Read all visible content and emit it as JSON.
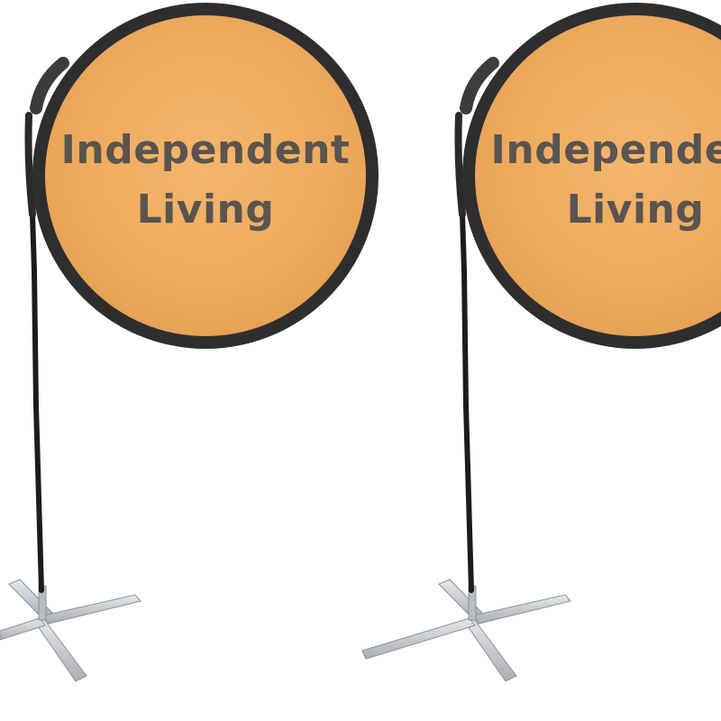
{
  "signs": [
    {
      "line1": "Independent",
      "line2": "Living"
    },
    {
      "line1": "Independent",
      "line2": "Living"
    }
  ],
  "colors": {
    "background": "#ffffff",
    "banner_fill": "#efad60",
    "banner_border": "#2e2e30",
    "text": "#5a5450",
    "pole": "#1c1c1e",
    "base": "#c9cdd2"
  }
}
